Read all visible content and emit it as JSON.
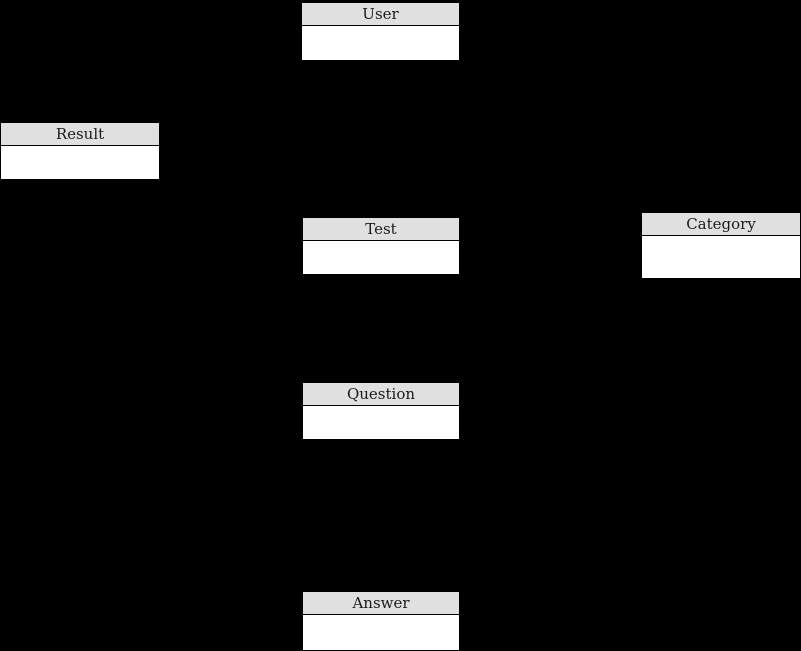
{
  "diagram": {
    "background_color": "#000000",
    "entity_header_color": "#e0e0e0",
    "entity_body_color": "#ffffff",
    "entity_border_color": "#000000",
    "entity_title_color": "#1a1a1a",
    "entities": [
      {
        "name": "User"
      },
      {
        "name": "Result"
      },
      {
        "name": "Test"
      },
      {
        "name": "Category"
      },
      {
        "name": "Question"
      },
      {
        "name": "Answer"
      }
    ]
  }
}
